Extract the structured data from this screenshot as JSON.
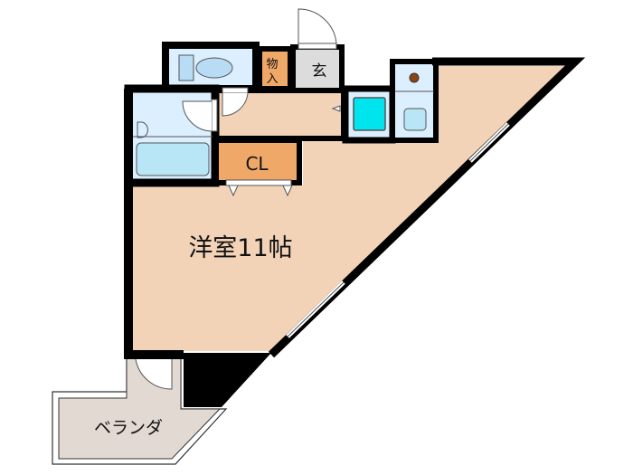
{
  "floorplan": {
    "rooms": {
      "western_room": "洋室11帖",
      "closet": "CL",
      "storage_line1": "物",
      "storage_line2": "入",
      "entrance": "玄",
      "balcony": "ベランダ"
    },
    "colors": {
      "room_floor": "#f2d3b7",
      "wet_area": "#dcefff",
      "storage": "#f0a868",
      "entrance": "#dcdcdc",
      "balcony": "#e2d9d3",
      "appliance": "#00e4ee",
      "wall": "#000000"
    }
  }
}
